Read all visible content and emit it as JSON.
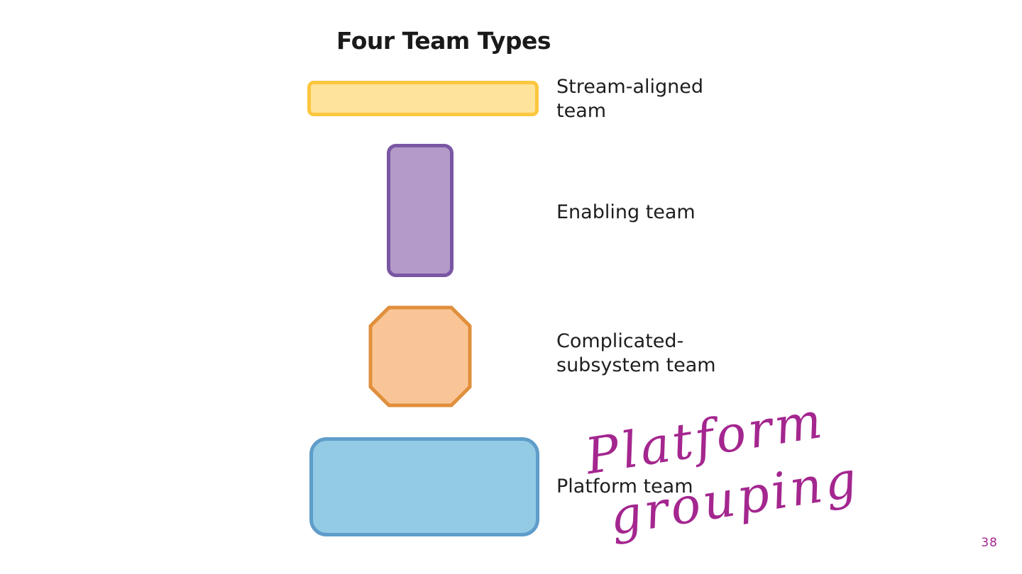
{
  "title": "Four Team Types",
  "teams": [
    {
      "id": "stream-aligned",
      "label_lines": [
        "Stream-aligned",
        "team"
      ],
      "fill": "#fee39a",
      "stroke": "#fcc63f",
      "shape": "wide-rounded-rectangle"
    },
    {
      "id": "enabling",
      "label_lines": [
        "Enabling team"
      ],
      "fill": "#b49ac8",
      "stroke": "#7a57a4",
      "shape": "tall-rounded-rectangle"
    },
    {
      "id": "complicated-subsystem",
      "label_lines": [
        "Complicated-",
        "subsystem team"
      ],
      "fill": "#fac596",
      "stroke": "#e08f3c",
      "shape": "octagon"
    },
    {
      "id": "platform",
      "label_lines": [
        "Platform team"
      ],
      "fill": "#93cbe5",
      "stroke": "#5f9dca",
      "shape": "large-rounded-rectangle"
    }
  ],
  "annotation": {
    "lines": [
      "Platform",
      "grouping"
    ],
    "color": "#a4268f",
    "style": "handwritten"
  },
  "page_number": "38"
}
